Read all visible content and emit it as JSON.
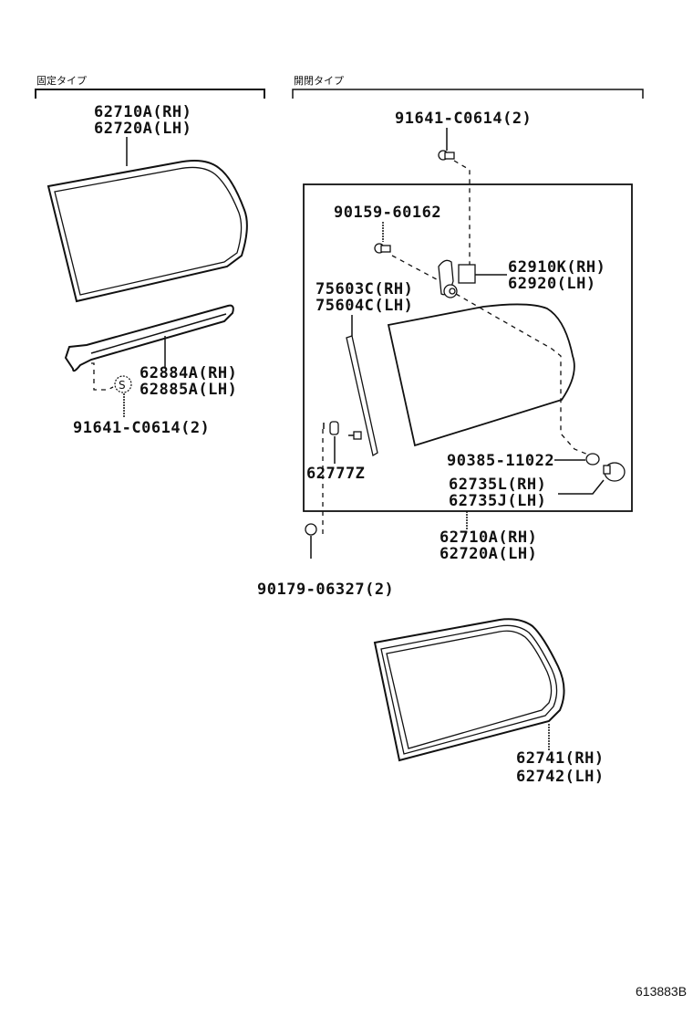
{
  "headers": {
    "fixed_type": "固定タイプ",
    "opening_type": "開閉タイプ"
  },
  "labels": {
    "fixed_glass_rh": "62710A(RH)",
    "fixed_glass_lh": "62720A(LH)",
    "molding_rh": "62884A(RH)",
    "molding_lh": "62885A(LH)",
    "fixed_screw": "91641-C0614(2)",
    "top_screw": "91641-C0614(2)",
    "screw_90159": "90159-60162",
    "hinge_rh": "62910K(RH)",
    "hinge_lh": "62920(LH)",
    "weatherstrip_rh": "75603C(RH)",
    "weatherstrip_lh": "75604C(LH)",
    "cushion_90385": "90385-11022",
    "stopper_rh": "62735L(RH)",
    "stopper_lh": "62735J(LH)",
    "clip_62777": "62777Z",
    "glass_rh": "62710A(RH)",
    "glass_lh": "62720A(LH)",
    "screw_90179": "90179-06327(2)",
    "seal_rh": "62741(RH)",
    "seal_lh": "62742(LH)"
  },
  "diagram_code": "613883B"
}
